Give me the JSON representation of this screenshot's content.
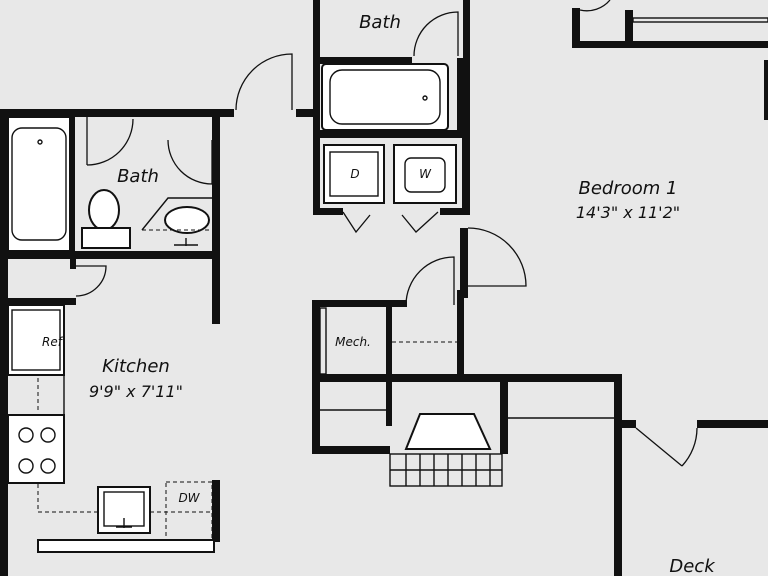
{
  "floor_plan": {
    "rooms": {
      "bath_upper": "Bath",
      "bath_left": "Bath",
      "bedroom": "Bedroom 1",
      "bedroom_dims": "14'3\" x 11'2\"",
      "kitchen": "Kitchen",
      "kitchen_dims": "9'9\" x 7'11\"",
      "mech": "Mech.",
      "deck": "Deck"
    },
    "fixtures": {
      "dryer": "D",
      "washer": "W",
      "refrigerator": "Ref",
      "dishwasher": "DW"
    },
    "colors": {
      "background": "#e8e8e8",
      "wall": "#111111",
      "fixture": "#ffffff"
    }
  }
}
